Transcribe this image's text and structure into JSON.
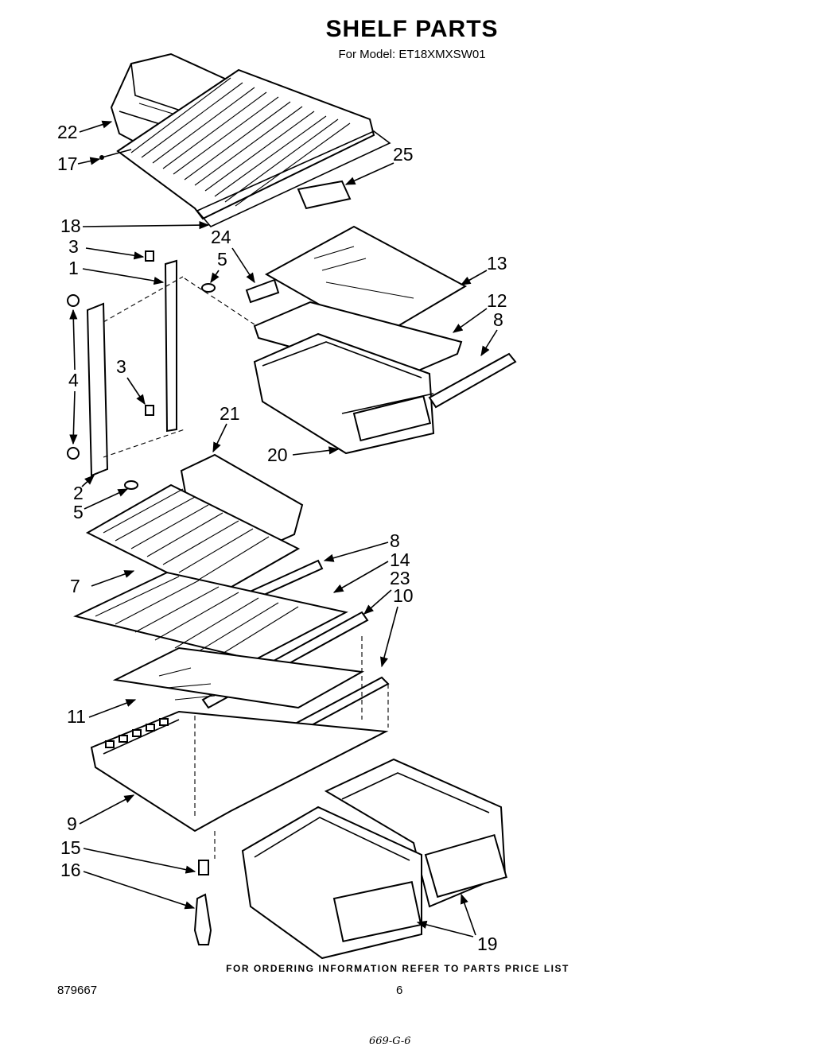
{
  "header": {
    "title": "SHELF PARTS",
    "subtitle": "For Model: ET18XMXSW01"
  },
  "callouts": [
    {
      "id": "c22a",
      "label": "22"
    },
    {
      "id": "c17",
      "label": "17"
    },
    {
      "id": "c25",
      "label": "25"
    },
    {
      "id": "c18",
      "label": "18"
    },
    {
      "id": "c24",
      "label": "24"
    },
    {
      "id": "c3a",
      "label": "3"
    },
    {
      "id": "c5a",
      "label": "5"
    },
    {
      "id": "c1",
      "label": "1"
    },
    {
      "id": "c13",
      "label": "13"
    },
    {
      "id": "c12",
      "label": "12"
    },
    {
      "id": "c8a",
      "label": "8"
    },
    {
      "id": "c4",
      "label": "4"
    },
    {
      "id": "c3b",
      "label": "3"
    },
    {
      "id": "c21",
      "label": "21"
    },
    {
      "id": "c20",
      "label": "20"
    },
    {
      "id": "c2",
      "label": "2"
    },
    {
      "id": "c5b",
      "label": "5"
    },
    {
      "id": "c8b",
      "label": "8"
    },
    {
      "id": "c14",
      "label": "14"
    },
    {
      "id": "c23",
      "label": "23"
    },
    {
      "id": "c7",
      "label": "7"
    },
    {
      "id": "c10",
      "label": "10"
    },
    {
      "id": "c11",
      "label": "11"
    },
    {
      "id": "c9",
      "label": "9"
    },
    {
      "id": "c15",
      "label": "15"
    },
    {
      "id": "c16",
      "label": "16"
    },
    {
      "id": "c19",
      "label": "19"
    }
  ],
  "footer": {
    "note": "FOR ORDERING INFORMATION REFER TO PARTS PRICE LIST",
    "doc_number": "879667",
    "page_number": "6",
    "handwritten_code": "669-G-6"
  }
}
